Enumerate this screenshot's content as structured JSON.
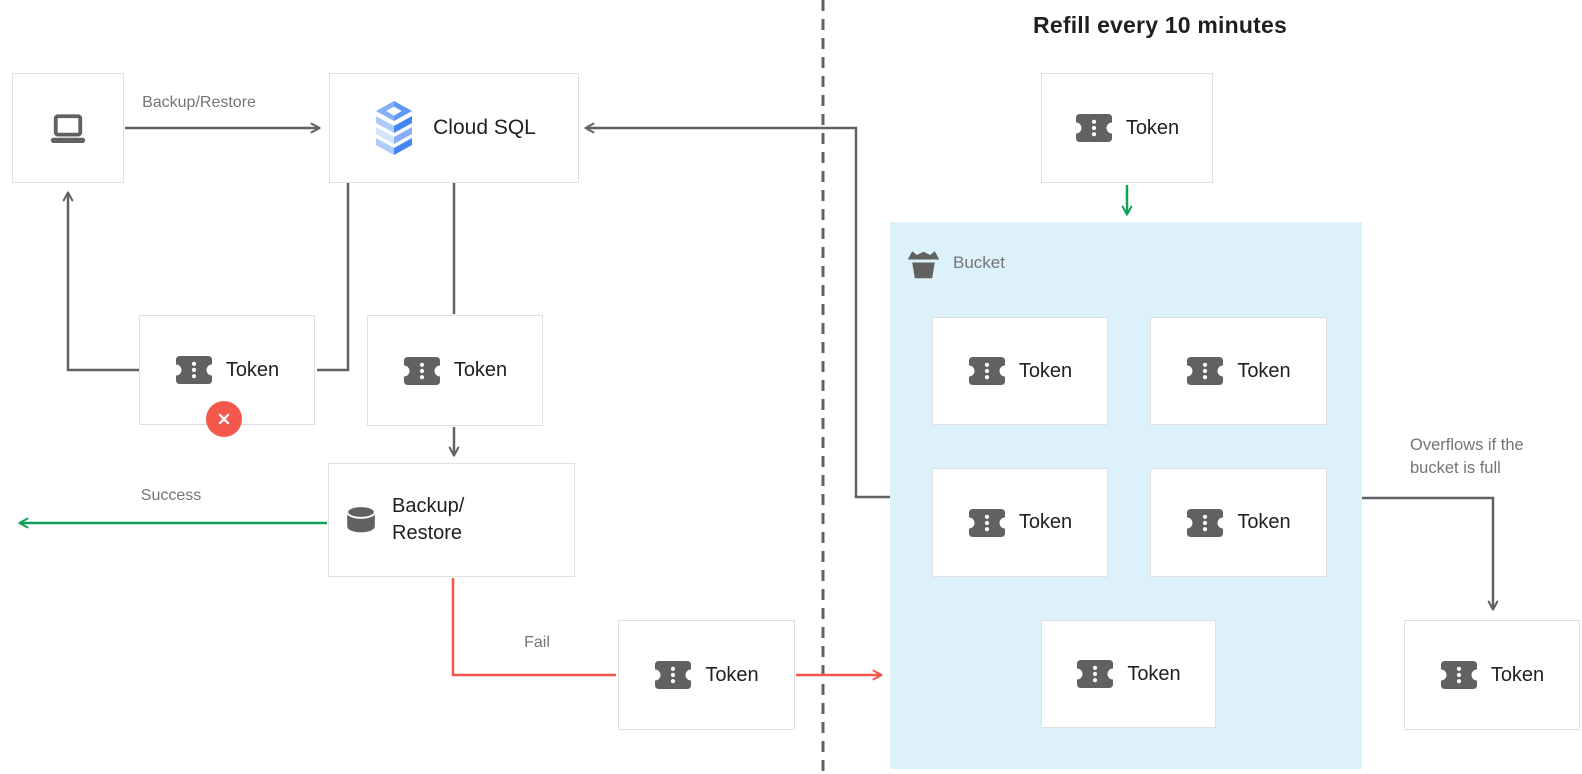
{
  "title": "Refill every 10 minutes",
  "labels": {
    "backup_restore_arrow": "Backup/Restore",
    "cloud_sql": "Cloud SQL",
    "token": "Token",
    "backup_line1": "Backup/",
    "backup_line2": "Restore",
    "success": "Success",
    "fail": "Fail",
    "bucket": "Bucket",
    "overflow_line1": "Overflows if the",
    "overflow_line2": "bucket is full"
  },
  "icons": {
    "client": "laptop-icon",
    "cloud_sql": "cloud-sql-logo",
    "token": "ticket-icon",
    "backup_restore": "database-icon",
    "bucket": "bucket-icon",
    "error_badge": "x-circle-icon"
  },
  "colors": {
    "line": "#5F6368",
    "green": "#0FA05A",
    "red": "#F4574B",
    "bucket_bg": "#DDF1FB",
    "box_border": "#E0E0E0",
    "box_bg": "#FFFFFF",
    "gray_text": "#757575",
    "dark_text": "#202124",
    "icon_gray": "#616161",
    "blue_50": "#D2E3FC",
    "blue_100": "#AECBFA",
    "blue_300": "#87AFF9",
    "blue_400": "#5E97F6",
    "blue_500": "#4285F4"
  }
}
